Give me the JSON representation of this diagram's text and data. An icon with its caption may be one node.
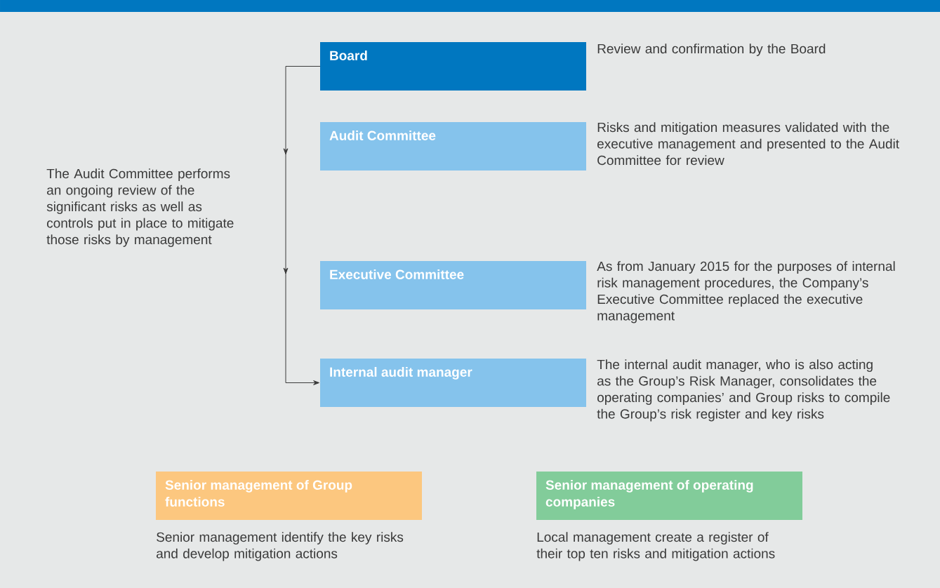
{
  "diagram": {
    "nodes": [
      {
        "text": [
          "Board"
        ],
        "beside": [
          "Review and confirmation by the Board"
        ]
      },
      {
        "text": [
          "Audit Committee"
        ],
        "beside": [
          "Risks and mitigation measures validated with the executive management and presented to the Audit Committee for review"
        ]
      },
      {
        "text": [
          "Executive Committee"
        ],
        "beside": [
          "As from January 2015 for the purposes of internal risk management procedures, the Company’s Executive Committee replaced the executive management"
        ]
      },
      {
        "text": [
          "Internal audit manager"
        ],
        "beside": [
          "The internal audit manager, who is also acting as the Group’s Risk Manager, consolidates the operating companies’ and Group risks to compile the Group’s risk register and key risks"
        ]
      },
      {
        "text": [
          "Senior management of Group functions"
        ],
        "beside": [
          "Senior management identify the key risks and develop mitigation actions"
        ]
      },
      {
        "text": [
          "Senior management of operating companies"
        ],
        "beside": [
          "Local management create a register of their top ten risks and mitigation actions"
        ]
      }
    ],
    "edges": [
      {
        "from": 0,
        "to": 3,
        "arrow": "to"
      }
    ],
    "labels": [
      "The Audit Committee performs an ongoing review of the significant risks as well as controls put in place to mitigate those risks by management"
    ]
  }
}
